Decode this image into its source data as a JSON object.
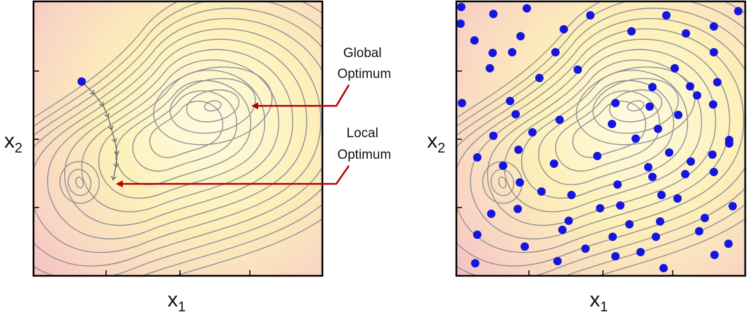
{
  "colors": {
    "background_outer": "#f6c2c0",
    "background_inner": "#fffbe0",
    "contour_line": "#8f8f98",
    "arrow": "#b30000",
    "point": "#1515e0",
    "path_line": "#666666",
    "frame": "#000000"
  },
  "left_panel": {
    "xlabel": {
      "base": "x",
      "sub": "1"
    },
    "ylabel": {
      "base": "x",
      "sub": "2"
    },
    "annotations": {
      "global": [
        "Global",
        "Optimum"
      ],
      "local": [
        "Local",
        "Optimum"
      ]
    }
  },
  "right_panel": {
    "xlabel": {
      "base": "x",
      "sub": "1"
    },
    "ylabel": {
      "base": "x",
      "sub": "2"
    }
  }
}
